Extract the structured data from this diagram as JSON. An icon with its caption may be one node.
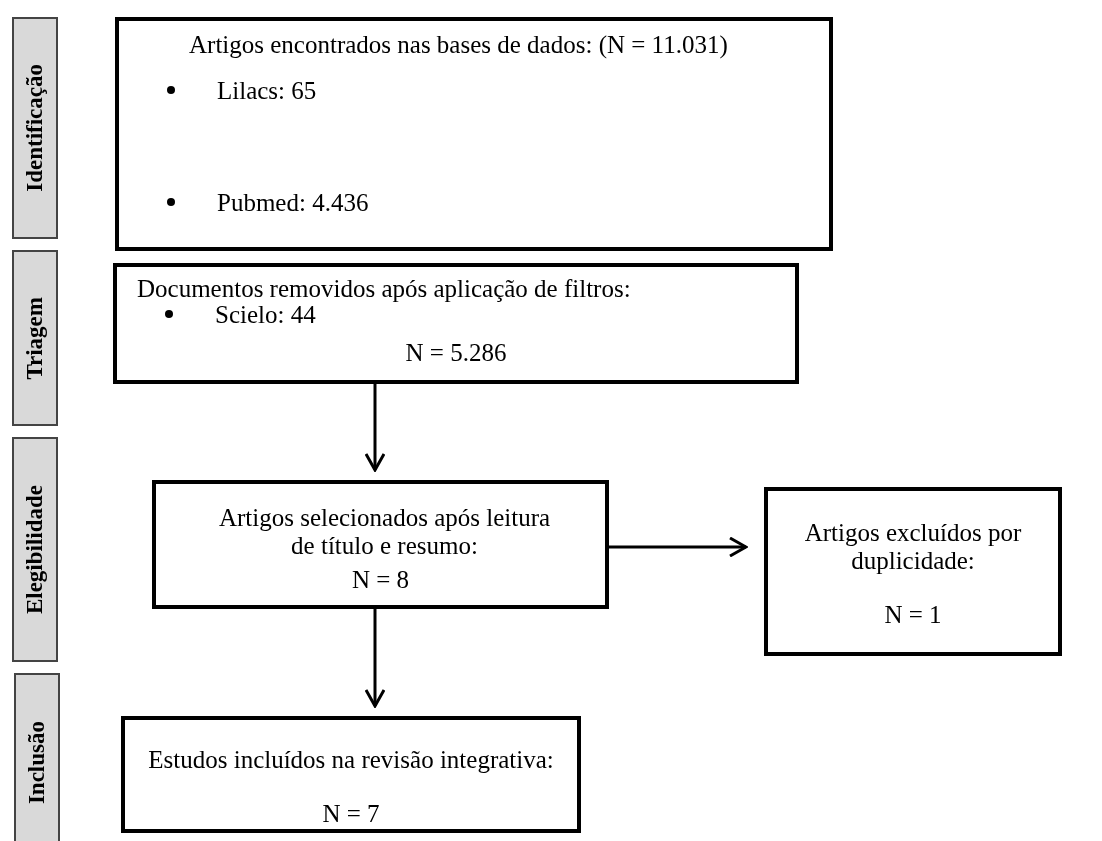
{
  "diagram": {
    "nodes": [
      {
        "text": [
          "Identificação"
        ]
      },
      {
        "text": [
          "Artigos encontrados nas bases de dados: (N = 11.031)",
          "Lilacs: 65",
          "Pubmed: 4.436"
        ]
      },
      {
        "text": [
          "Triagem"
        ]
      },
      {
        "text": [
          "Documentos removidos após aplicação de filtros:",
          "Scielo: 44",
          "N = 5.286"
        ]
      },
      {
        "text": [
          "Elegibilidade"
        ]
      },
      {
        "text": [
          "Artigos selecionados após leitura de título e resumo:",
          "N = 8"
        ]
      },
      {
        "text": [
          "Artigos excluídos por duplicidade:",
          "N = 1"
        ]
      },
      {
        "text": [
          "Inclusão"
        ]
      },
      {
        "text": [
          "Estudos incluídos na revisão integrativa:",
          "N = 7"
        ]
      }
    ],
    "edges": [
      {
        "from": 3,
        "to": 5,
        "arrow": "to"
      },
      {
        "from": 5,
        "to": 6,
        "arrow": "to"
      },
      {
        "from": 5,
        "to": 8,
        "arrow": "to"
      }
    ]
  }
}
